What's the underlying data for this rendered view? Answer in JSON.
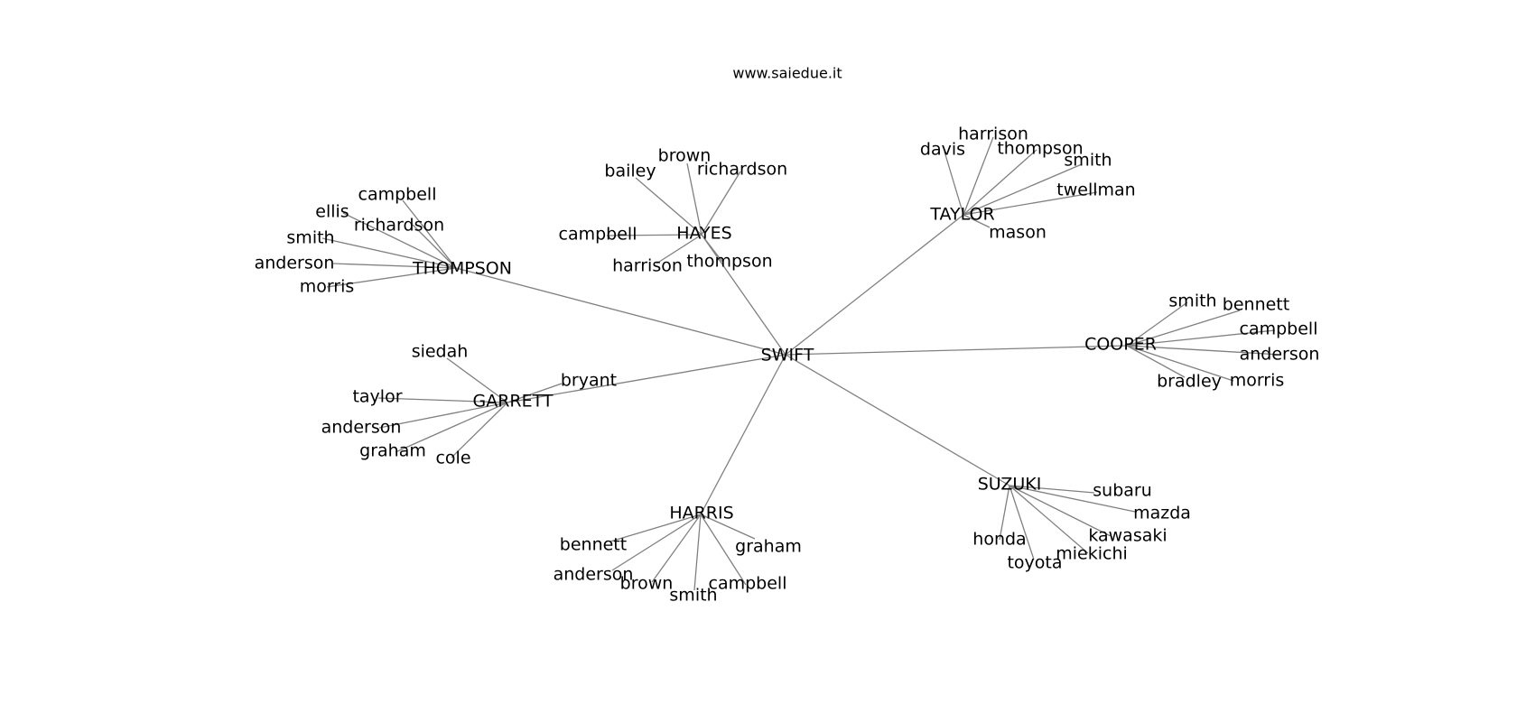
{
  "header": {
    "watermark": "www.saiedue.it"
  },
  "graph": {
    "root": "SWIFT",
    "hubs": [
      {
        "id": "thompson_hub",
        "label": "THOMPSON",
        "leaves": [
          "campbell",
          "ellis",
          "richardson",
          "smith",
          "anderson",
          "morris"
        ]
      },
      {
        "id": "hayes_hub",
        "label": "HAYES",
        "leaves": [
          "bailey",
          "brown",
          "richardson",
          "campbell",
          "harrison",
          "thompson"
        ]
      },
      {
        "id": "taylor_hub",
        "label": "TAYLOR",
        "leaves": [
          "davis",
          "harrison",
          "thompson",
          "smith",
          "twellman",
          "mason"
        ]
      },
      {
        "id": "cooper_hub",
        "label": "COOPER",
        "leaves": [
          "smith",
          "bennett",
          "campbell",
          "anderson",
          "bradley",
          "morris"
        ]
      },
      {
        "id": "garrett_hub",
        "label": "GARRETT",
        "leaves": [
          "siedah",
          "bryant",
          "taylor",
          "anderson",
          "graham",
          "cole"
        ]
      },
      {
        "id": "harris_hub",
        "label": "HARRIS",
        "leaves": [
          "bennett",
          "anderson",
          "brown",
          "smith",
          "campbell",
          "graham"
        ]
      },
      {
        "id": "suzuki_hub",
        "label": "SUZUKI",
        "leaves": [
          "subaru",
          "mazda",
          "kawasaki",
          "miekichi",
          "toyota",
          "honda"
        ]
      }
    ]
  }
}
